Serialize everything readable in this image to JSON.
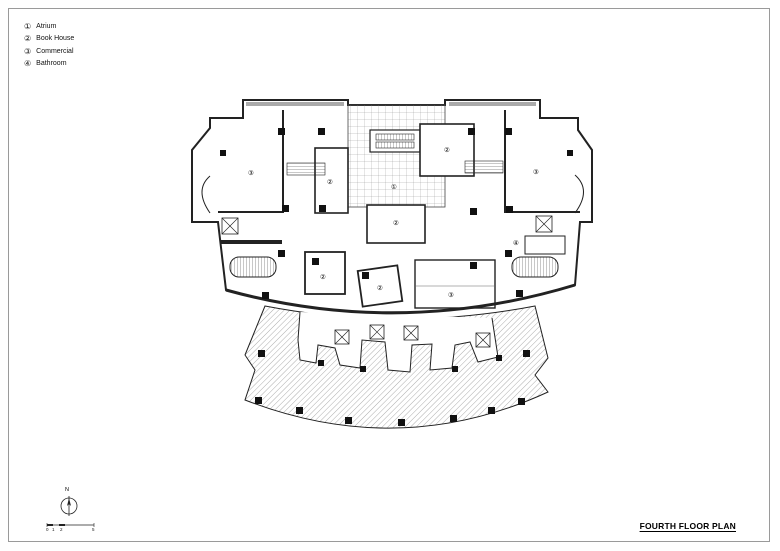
{
  "legend": [
    {
      "num": "①",
      "label": "Atrium"
    },
    {
      "num": "②",
      "label": "Book House"
    },
    {
      "num": "③",
      "label": "Commercial"
    },
    {
      "num": "④",
      "label": "Bathroom"
    }
  ],
  "title": "FOURTH FLOOR PLAN",
  "north": "N",
  "scale_labels": [
    "0",
    "1",
    "2",
    "5"
  ],
  "room_tags": {
    "atrium": "①",
    "book": "②",
    "commercial": "③",
    "bathroom": "④"
  }
}
